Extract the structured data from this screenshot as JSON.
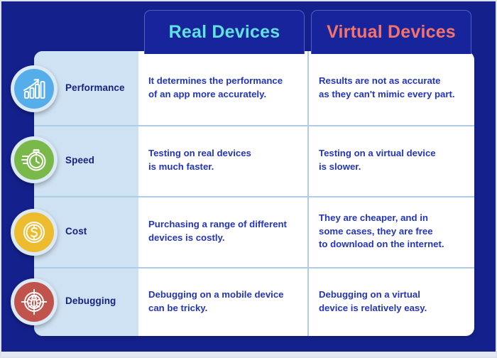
{
  "theme": {
    "background_navy": "#14218C",
    "panel_white": "#FFFFFF",
    "label_column_blue": "#CFE2F3",
    "divider_blue": "#AFCDE8",
    "text_blue": "#2335B8",
    "label_text_navy": "#15227F",
    "real_devices_accent": "#5FE3E0",
    "virtual_devices_accent": "#F4736B"
  },
  "headers": {
    "real_devices": "Real Devices",
    "virtual_devices": "Virtual Devices"
  },
  "rows": [
    {
      "category": "Performance",
      "icon": "bar-chart-growth-icon",
      "icon_color": "#55AEEA",
      "real": "It determines the performance\nof an app more accurately.",
      "virtual": "Results are not as accurate\nas they can't mimic every part."
    },
    {
      "category": "Speed",
      "icon": "stopwatch-icon",
      "icon_color": "#7AB84A",
      "real": "Testing on real devices\nis much faster.",
      "virtual": "Testing on a virtual device\nis slower."
    },
    {
      "category": "Cost",
      "icon": "dollar-coin-icon",
      "icon_color": "#EDBC2E",
      "real": "Purchasing a range of different\ndevices is costly.",
      "virtual": "They are cheaper, and in\nsome cases, they are free\nto download on the internet."
    },
    {
      "category": "Debugging",
      "icon": "bug-target-icon",
      "icon_color": "#C0544C",
      "real": "Debugging on a mobile device\ncan be tricky.",
      "virtual": "Debugging on a virtual\ndevice is relatively easy."
    }
  ]
}
